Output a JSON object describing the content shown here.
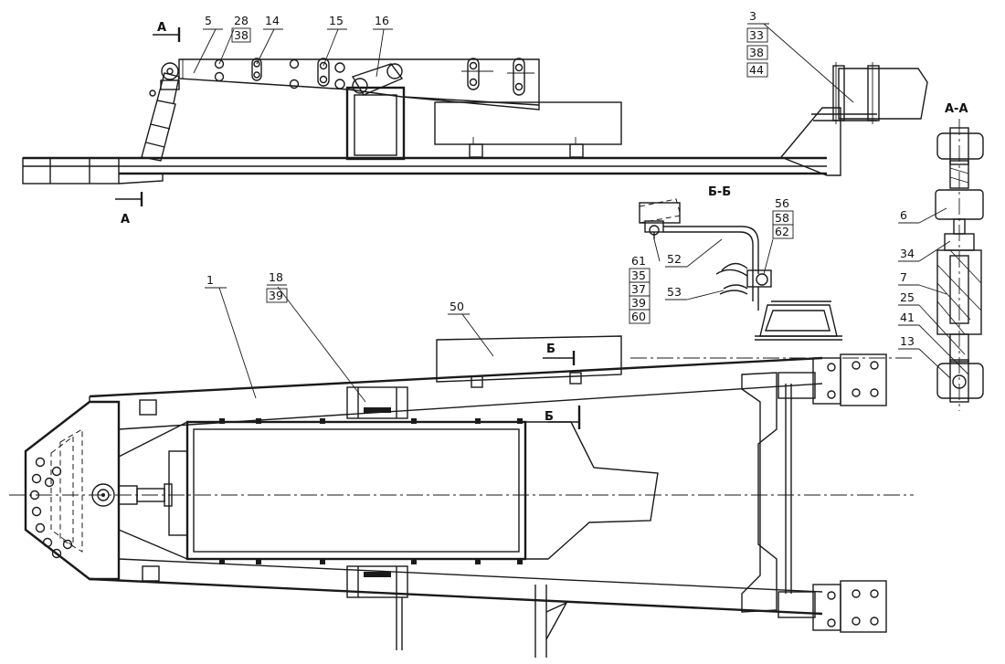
{
  "labels": {
    "n1": "1",
    "n3": "3",
    "n5": "5",
    "n6": "6",
    "n7": "7",
    "n13": "13",
    "n14": "14",
    "n15": "15",
    "n16": "16",
    "n18": "18",
    "n25": "25",
    "n28": "28",
    "n33": "33",
    "n34": "34",
    "n38a": "38",
    "n38b": "38",
    "n39": "39",
    "n41": "41",
    "n44": "44",
    "n50": "50",
    "n52": "52",
    "n53": "53",
    "n35": "35",
    "n37": "37",
    "n39b": "39",
    "n60": "60",
    "n61": "61",
    "n56": "56",
    "n58": "58",
    "n62": "62"
  },
  "sections": {
    "a_top": "А",
    "a_bottom": "А",
    "aa_title": "А-А",
    "b_title": "Б-Б",
    "b_top": "Б",
    "b_bottom": "Б"
  }
}
